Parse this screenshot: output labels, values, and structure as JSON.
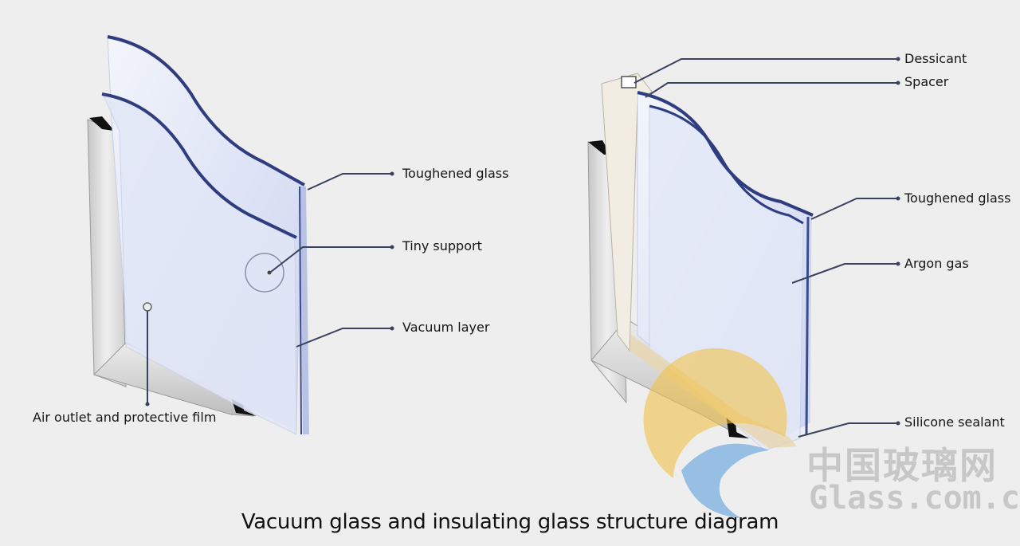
{
  "vacuum_glass": {
    "labels": {
      "toughened_glass": "Toughened glass",
      "tiny_support": "Tiny support",
      "vacuum_layer": "Vacuum layer",
      "air_outlet": "Air outlet and protective film"
    }
  },
  "insulating_glass": {
    "labels": {
      "dessicant": "Dessicant",
      "spacer": "Spacer",
      "toughened_glass": "Toughened glass",
      "argon_gas": "Argon gas",
      "silicone_sealant": "Silicone sealant"
    }
  },
  "caption": "Vacuum glass and insulating glass structure diagram",
  "watermark": {
    "cn": "中国玻璃网",
    "en": "Glass.com.cn"
  },
  "colors": {
    "glass_fill": "#dde3f6",
    "glass_edge": "#2f3d80",
    "frame": "#d4d4d4",
    "leader": "#3a4260",
    "watermark_yellow": "#f2c14a",
    "watermark_blue": "#6fa8de"
  }
}
